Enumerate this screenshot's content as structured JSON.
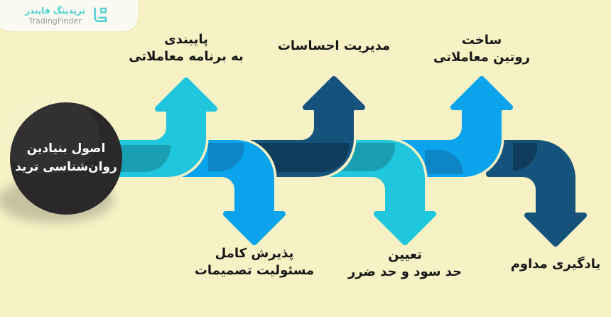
{
  "brand": {
    "name_fa": "تریدینگ فایندر",
    "name_en": "TradingFinder"
  },
  "hub": {
    "line1": "اصول بنیادین",
    "line2": "روان‌شناسی ترید"
  },
  "steps": [
    {
      "index": 1,
      "direction": "up",
      "position": "top",
      "color": "cyan",
      "line1": "پایبندی",
      "line2": "به برنامه معاملاتی",
      "full_text": "پایبندی به برنامه معاملاتی"
    },
    {
      "index": 2,
      "direction": "down",
      "position": "bottom",
      "color": "blue",
      "line1": "پذیرش کامل",
      "line2": "مسئولیت تصمیمات",
      "full_text": "پذیرش کامل مسئولیت تصمیمات"
    },
    {
      "index": 3,
      "direction": "up",
      "position": "top",
      "color": "navy",
      "line1": "مدیریت احساسات",
      "line2": "",
      "full_text": "مدیریت احساسات"
    },
    {
      "index": 4,
      "direction": "down",
      "position": "bottom",
      "color": "cyan",
      "line1": "تعیین",
      "line2": "حد سود و حد ضرر",
      "full_text": "تعیین حد سود و حد ضرر"
    },
    {
      "index": 5,
      "direction": "up",
      "position": "top",
      "color": "blue",
      "line1": "ساخت",
      "line2": "روتین معاملاتی",
      "full_text": "ساخت روتین معاملاتی"
    },
    {
      "index": 6,
      "direction": "down",
      "position": "bottom",
      "color": "navy",
      "line1": "یادگیری مداوم",
      "line2": "",
      "full_text": "یادگیری مداوم"
    }
  ],
  "colors": {
    "background": "#f6f2c5",
    "cyan": "#1fc6de",
    "cyan_shade": "#189fb2",
    "blue": "#0ba3ec",
    "blue_shade": "#0e86c6",
    "navy": "#15537c",
    "navy_shade": "#0f3c5a",
    "circle": "#2b2829",
    "circle_text": "#ffffff",
    "label_text": "#171717",
    "badge_bg": "#fafaf3",
    "brand_teal": "#49cfd2",
    "brand_gray": "#979797"
  }
}
